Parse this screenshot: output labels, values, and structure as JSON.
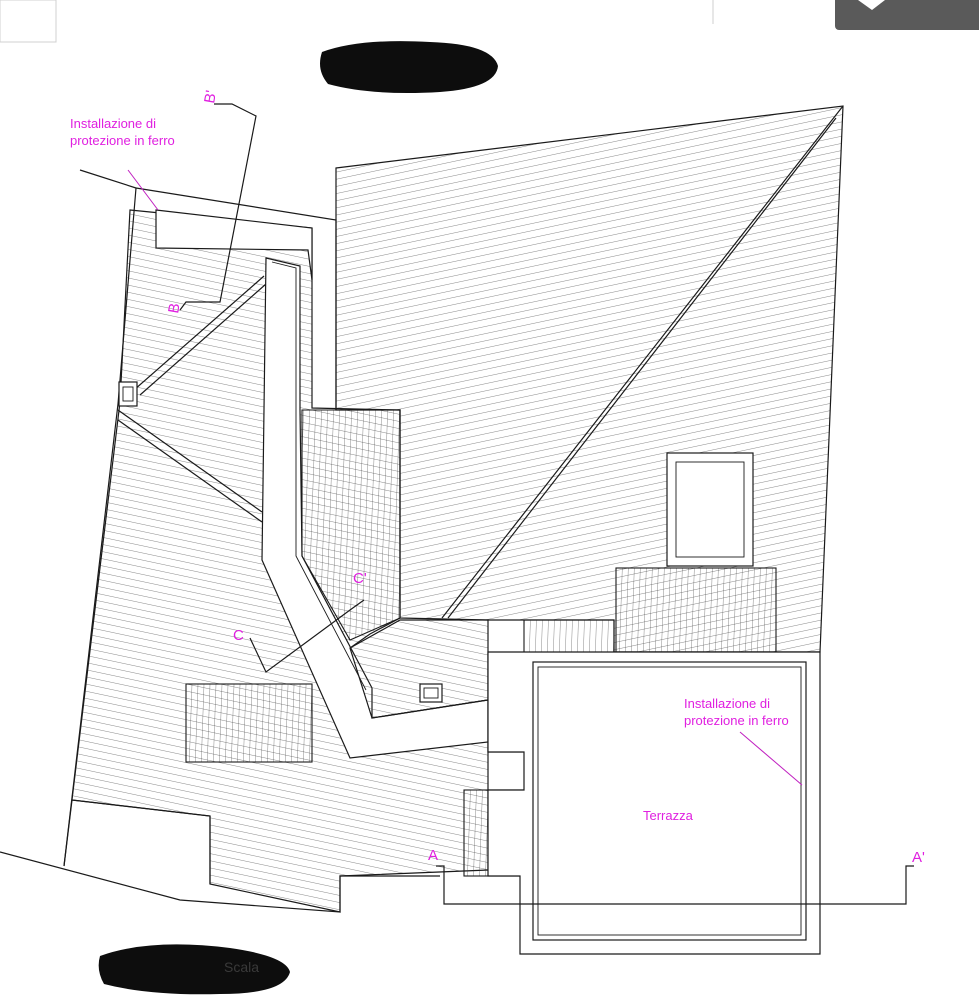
{
  "annotations": {
    "iron_protection_top": [
      "Installazione di",
      "protezione in ferro"
    ],
    "iron_protection_right": [
      "Installazione di",
      "protezione in ferro"
    ],
    "terrace": "Terrazza"
  },
  "section_marks": {
    "a": "A",
    "a_prime": "A'",
    "b": "B",
    "b_prime": "B'",
    "c": "C",
    "c_prime": "C'"
  },
  "footer_fragment": "Scala",
  "colors": {
    "annotation": "#e020e0",
    "lines": "#1a1a1a",
    "redaction": "#0d0d0d"
  }
}
